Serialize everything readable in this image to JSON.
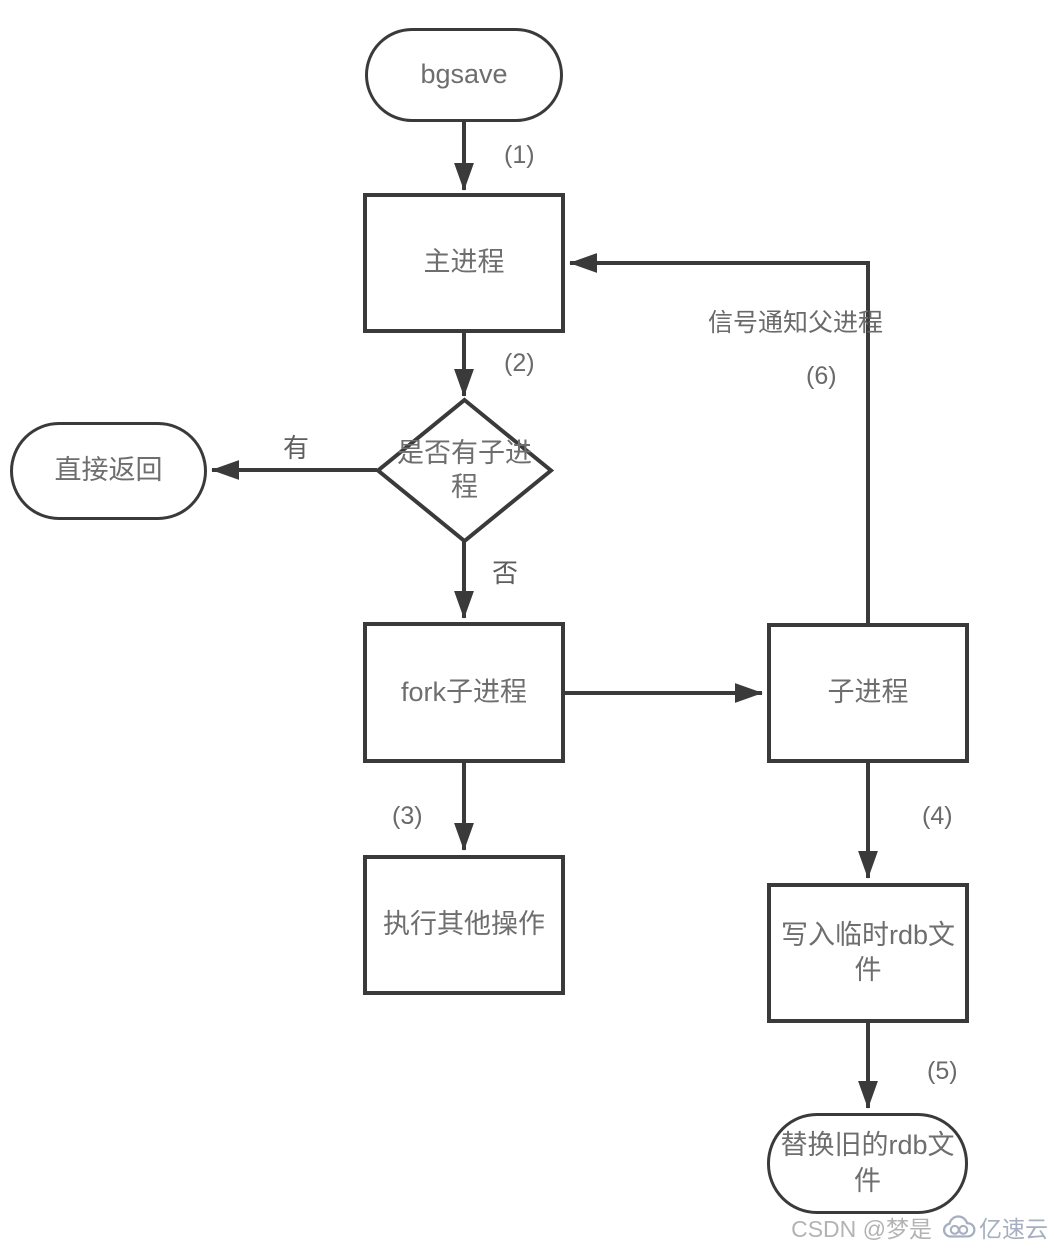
{
  "diagram": {
    "nodes": {
      "start": {
        "label": "bgsave"
      },
      "main_process": {
        "label": "主进程"
      },
      "decision": {
        "label": "是否有子进程"
      },
      "direct_return": {
        "label": "直接返回"
      },
      "fork_child": {
        "label": "fork子进程"
      },
      "child_process": {
        "label": "子进程"
      },
      "other_ops": {
        "label": "执行其他操作"
      },
      "write_temp_rdb": {
        "label": "写入临时rdb文件"
      },
      "replace_old_rdb": {
        "label": "替换旧的rdb文件"
      }
    },
    "edge_labels": {
      "step1": "(1)",
      "step2": "(2)",
      "step3": "(3)",
      "step4": "(4)",
      "step5": "(5)",
      "step6": "(6)",
      "signal": "信号通知父进程",
      "yes": "有",
      "no": "否"
    },
    "colors": {
      "line": "#3a3a3a",
      "node_text": "#6e6e6e",
      "edge_label_text": "#6a6a6a",
      "watermark_text": "#b3b3b3",
      "logo_text": "#a6aebf",
      "background": "#ffffff"
    }
  },
  "watermark": {
    "credit": "CSDN @梦是",
    "logo_text": "亿速云"
  }
}
